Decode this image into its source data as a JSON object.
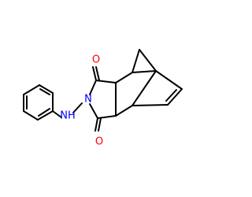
{
  "molecule": {
    "atom_labels": {
      "oxygen_top": "O",
      "oxygen_bottom": "O",
      "imide_nitrogen": "N",
      "amine_nitrogen": "NH"
    }
  },
  "colors": {
    "bond": "#000000",
    "oxygen": "#ff0000",
    "nitrogen": "#0000ff",
    "background": "#ffffff"
  }
}
